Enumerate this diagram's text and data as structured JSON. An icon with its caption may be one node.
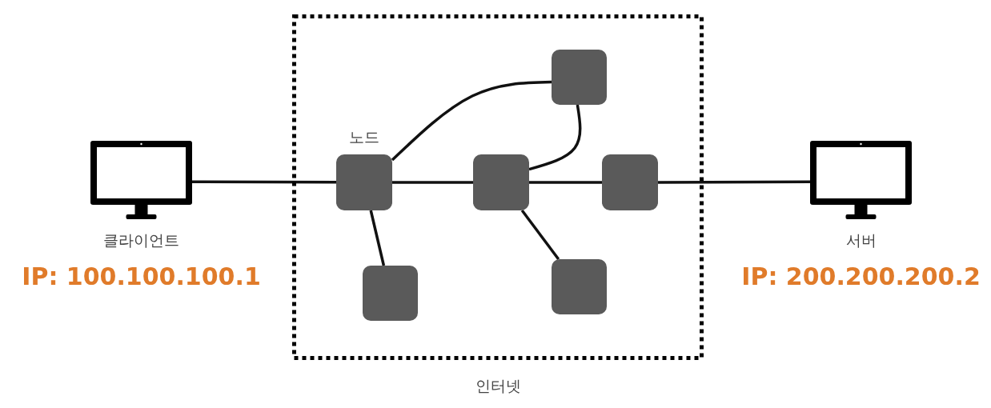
{
  "diagram": {
    "nodes": [
      {
        "text": [
          "인터넷"
        ]
      },
      {
        "text": [],
        "shape": "picture",
        "beside": [
          "클라이언트",
          "IP: 100.100.100.1"
        ]
      },
      {
        "text": [],
        "shape": "box",
        "in": 0,
        "beside": [
          "노드"
        ]
      },
      {
        "text": [],
        "shape": "box",
        "in": 0
      },
      {
        "text": [],
        "shape": "box",
        "in": 0
      },
      {
        "text": [],
        "shape": "box",
        "in": 0
      },
      {
        "text": [],
        "shape": "box",
        "in": 0
      },
      {
        "text": [],
        "shape": "box",
        "in": 0
      },
      {
        "text": [],
        "shape": "picture",
        "beside": [
          "서버",
          "IP: 200.200.200.2"
        ]
      }
    ],
    "edges": [
      {
        "from": 1,
        "to": 2,
        "arrow": "none"
      },
      {
        "from": 2,
        "to": 4,
        "arrow": "none"
      },
      {
        "from": 4,
        "to": 5,
        "arrow": "none"
      },
      {
        "from": 5,
        "to": 8,
        "arrow": "none"
      },
      {
        "from": 2,
        "to": 3,
        "arrow": "none"
      },
      {
        "from": 4,
        "to": 3,
        "arrow": "none"
      },
      {
        "from": 2,
        "to": 6,
        "arrow": "none"
      },
      {
        "from": 4,
        "to": 7,
        "arrow": "none"
      }
    ]
  }
}
